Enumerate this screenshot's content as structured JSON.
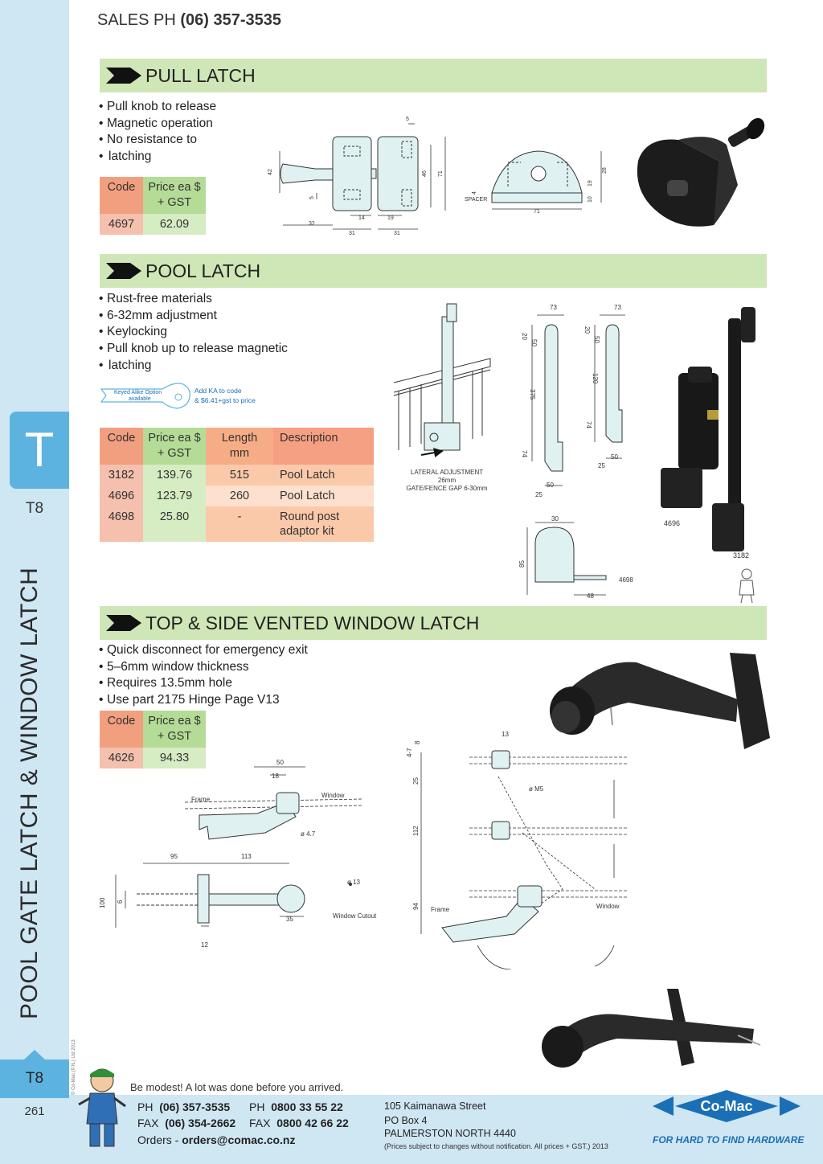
{
  "header": {
    "sales_label": "SALES  PH",
    "sales_phone": "(06) 357-3535"
  },
  "sidebar": {
    "tab_letter": "T",
    "tab_code": "T8",
    "vertical_title": "POOL GATE LATCH & WINDOW LATCH",
    "bottom_code": "T8",
    "page_number": "261",
    "copyright": "© Co-Mac (P.N.) Ltd 2013"
  },
  "sections": {
    "pull_latch": {
      "title": "PULL LATCH",
      "bullets": [
        "Pull knob to release",
        "Magnetic operation",
        "No resistance to",
        "latching"
      ],
      "table": {
        "headers": [
          "Code",
          "Price ea $",
          "+ GST"
        ],
        "rows": [
          {
            "code": "4697",
            "price": "62.09"
          }
        ]
      },
      "dims": {
        "d5": "5",
        "d42": "42",
        "d46": "46",
        "d71": "71",
        "d5b": "5",
        "d32": "32",
        "d14": "14",
        "d19": "19",
        "d31a": "31",
        "d31b": "31",
        "spacer": "SPACER",
        "d4": "4",
        "d71b": "71",
        "d28": "28",
        "d19b": "19",
        "d10": "10"
      }
    },
    "pool_latch": {
      "title": "POOL LATCH",
      "bullets": [
        "Rust-free materials",
        "6-32mm adjustment",
        "Keylocking",
        "Pull knob up to release magnetic",
        "latching"
      ],
      "key_text": "Keyed Alike Option",
      "key_text2": "available",
      "ka_note1": "Add KA to code",
      "ka_note2": "& $6.41+gst to price",
      "table": {
        "headers": [
          "Code",
          "Price ea $",
          "+ GST",
          "Length",
          "mm",
          "Description"
        ],
        "rows": [
          {
            "code": "3182",
            "price": "139.76",
            "length": "515",
            "desc": "Pool Latch",
            "desc2": ""
          },
          {
            "code": "4696",
            "price": "123.79",
            "length": "260",
            "desc": "Pool Latch",
            "desc2": ""
          },
          {
            "code": "4698",
            "price": "25.80",
            "length": "-",
            "desc": "Round post",
            "desc2": "adaptor kit"
          }
        ]
      },
      "lateral1": "LATERAL ADJUSTMENT",
      "lateral2": "26mm",
      "lateral3": "GATE/FENCE GAP 6-30mm",
      "dims": {
        "a73": "73",
        "a20": "20",
        "a50": "50",
        "a375": "375",
        "a74": "74",
        "a50b": "50",
        "a25": "25",
        "b73": "73",
        "b20": "20",
        "b50": "50",
        "b120": "120",
        "b74": "74",
        "b50b": "50",
        "b25": "25",
        "c30": "30",
        "c85": "85",
        "c48": "48",
        "c4698": "4698",
        "p4696": "4696",
        "p3182": "3182"
      }
    },
    "window_latch": {
      "title": "TOP & SIDE VENTED WINDOW LATCH",
      "bullets": [
        "Quick disconnect for emergency exit",
        "5–6mm window thickness",
        "Requires 13.5mm hole",
        "Use part 2175 Hinge Page V13"
      ],
      "table": {
        "headers": [
          "Code",
          "Price ea $",
          "+ GST"
        ],
        "rows": [
          {
            "code": "4626",
            "price": "94.33"
          }
        ]
      },
      "dims": {
        "w50": "50",
        "w18": "18",
        "frame": "Frame",
        "window": "Window",
        "w47": "ø 4.7",
        "w95": "95",
        "w113": "113",
        "w100": "100",
        "w6": "6",
        "w35": "35",
        "w12": "12",
        "w13": "ø 13",
        "cutout": "Window Cutout",
        "r13": "13",
        "r47": "4-7",
        "r8": "8",
        "r25": "25",
        "m5": "ø M5",
        "r112": "112",
        "r94": "94",
        "frame2": "Frame",
        "window2": "Window"
      }
    }
  },
  "footer": {
    "quote": "Be modest! A lot was done before you arrived.",
    "ph_label": "PH",
    "ph": "(06) 357-3535",
    "fax_label": "FAX",
    "fax": "(06) 354-2662",
    "ph2_label": "PH",
    "ph2": "0800 33 55 22",
    "fax2_label": "FAX",
    "fax2": "0800 42 66 22",
    "orders_label": "Orders -",
    "orders_email": "orders@comac.co.nz",
    "address": [
      "105 Kaimanawa Street",
      "PO Box 4",
      "PALMERSTON NORTH 4440"
    ],
    "disclaimer": "(Prices subject to changes without notification.  All prices + GST.)  2013",
    "logo_text": "Co-Mac",
    "tagline": "FOR HARD TO FIND HARDWARE"
  },
  "colors": {
    "sidebar": "#cfe6f3",
    "tab": "#5db3e0",
    "section_bar": "#cfe6b6",
    "brand_blue": "#1b6fb5"
  }
}
